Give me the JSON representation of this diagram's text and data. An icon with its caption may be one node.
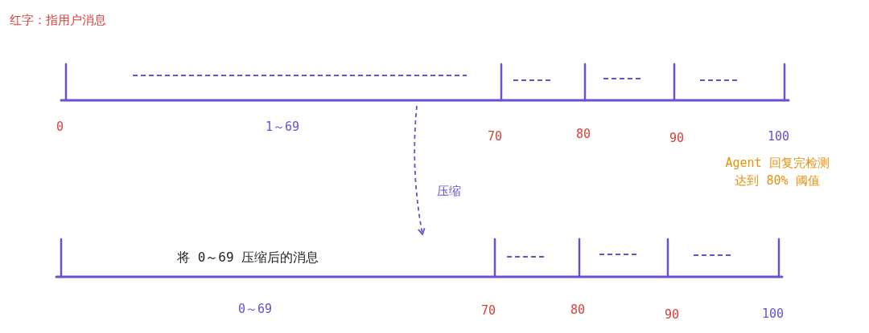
{
  "diagram": {
    "nodes": [
      {
        "text": [],
        "shape": "bar"
      },
      {
        "text": [
          "将 0～69 压缩后的消息"
        ]
      }
    ],
    "edges": [
      {
        "from": 0,
        "to": 1,
        "arrow": "to",
        "label": "压缩",
        "style": "dashed"
      }
    ],
    "labels": [
      "红字：指用户消息",
      "0",
      "1～69",
      "70",
      "80",
      "90",
      "100",
      "Agent 回复完检测达到 80% 阈值",
      "0～69",
      "70",
      "80",
      "90",
      "100"
    ]
  }
}
